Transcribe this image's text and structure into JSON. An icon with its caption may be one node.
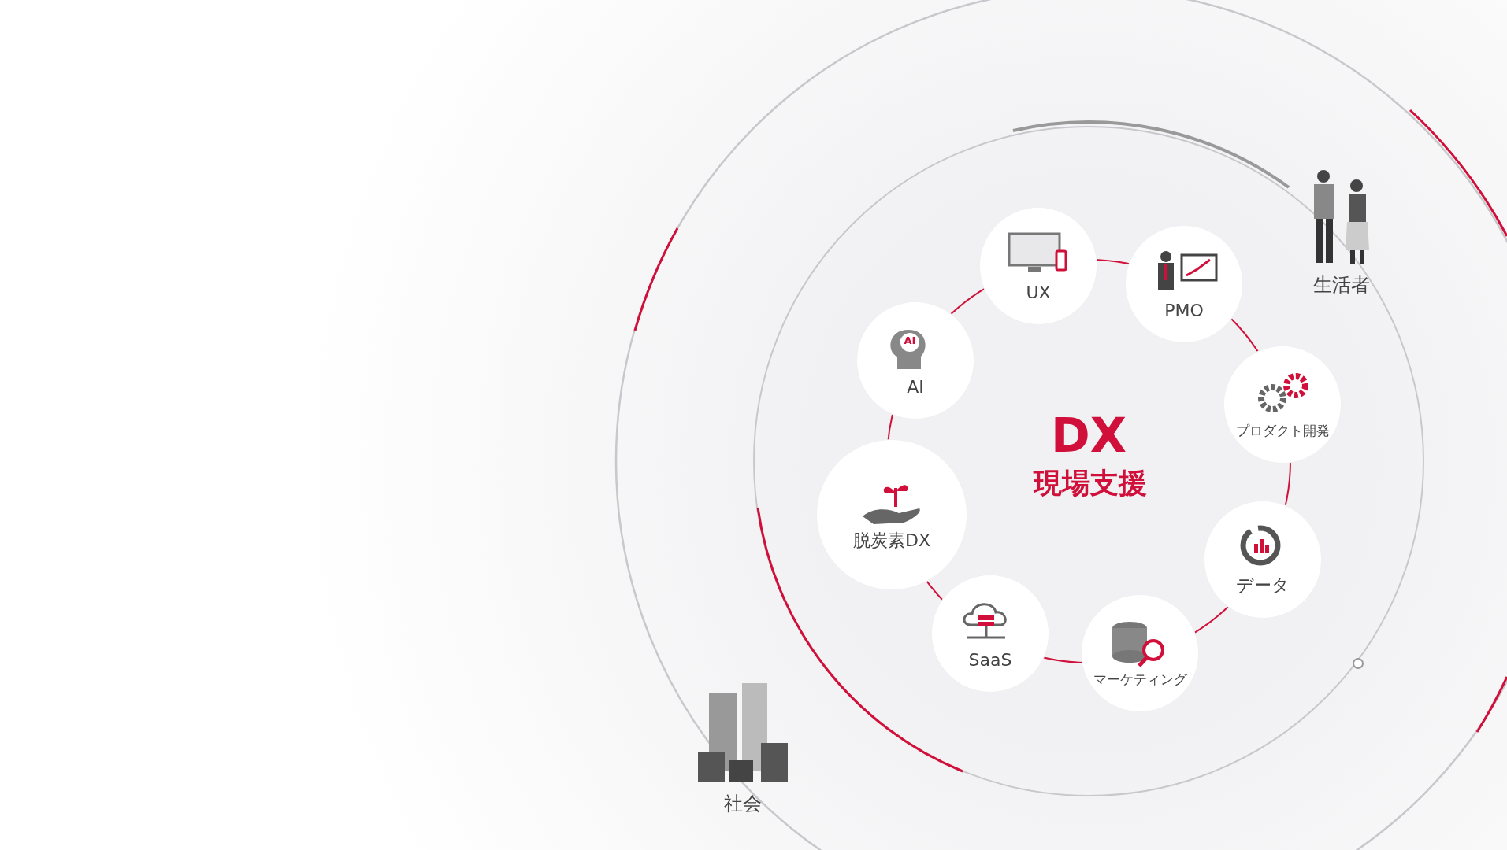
{
  "diagram": {
    "nodes": [
      {
        "text": [
          "UX"
        ]
      },
      {
        "text": [
          "PMO"
        ]
      },
      {
        "text": [
          "AI"
        ]
      },
      {
        "text": [
          "プロダクト開発"
        ]
      },
      {
        "text": [
          "脱炭素DX"
        ]
      },
      {
        "text": [
          "データ"
        ]
      },
      {
        "text": [
          "SaaS"
        ]
      },
      {
        "text": [
          "マーケティング"
        ]
      }
    ],
    "labels": [
      "生活者",
      "DX",
      "現場支援",
      "社会",
      "AI"
    ]
  }
}
